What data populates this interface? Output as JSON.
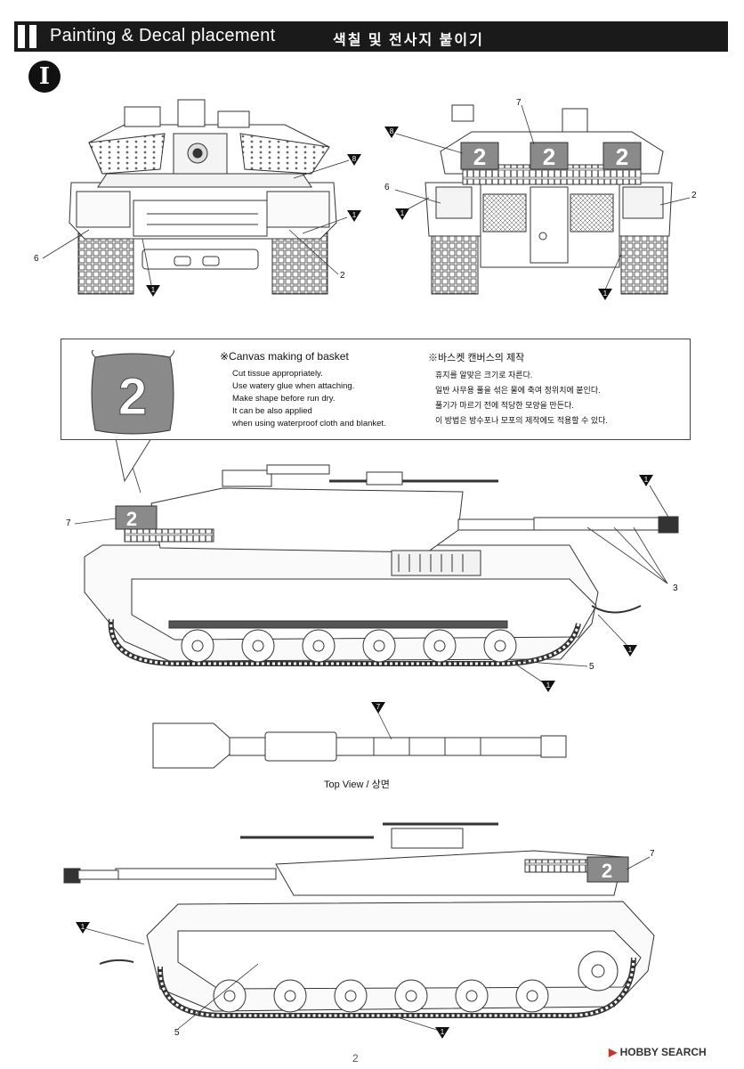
{
  "header": {
    "title_en": "Painting & Decal placement",
    "title_ko": "색칠 및 전사지 붙이기"
  },
  "step_number": "I",
  "infobox": {
    "title_en": "※Canvas making of basket",
    "lines_en": [
      "Cut tissue appropriately.",
      "Use watery glue when attaching.",
      "Make shape before run dry.",
      "It can be also applied",
      "when using waterproof cloth and blanket."
    ],
    "title_ko": "※바스켓 캔버스의 제작",
    "lines_ko": [
      "휴지를 알맞은 크기로 자른다.",
      "일반 사무용 풀을 섞은 물에 축여 정위치에 붙인다.",
      "풀기가 마르기 전에 적당한 모양을 만든다.",
      "이 방법은 방수포나 모포의 제작에도 적용할 수 있다."
    ],
    "canvas_digit": "2"
  },
  "callouts": {
    "front": {
      "six": "6",
      "two": "2"
    },
    "rear": {
      "seven": "7",
      "six": "6",
      "two": "2"
    },
    "left": {
      "seven": "7",
      "three": "3",
      "five": "5"
    },
    "right": {
      "seven": "7",
      "five": "5"
    }
  },
  "marker_labels": {
    "one": "1",
    "seven": "7",
    "eight": "8"
  },
  "turret_number": "2",
  "top_view_caption": "Top View / 상면",
  "page_number": "2",
  "watermark": "HOBBY SEARCH",
  "colors": {
    "header_bg": "#1a1a1a",
    "line": "#333333",
    "marking_fill": "#8a8a8a"
  }
}
